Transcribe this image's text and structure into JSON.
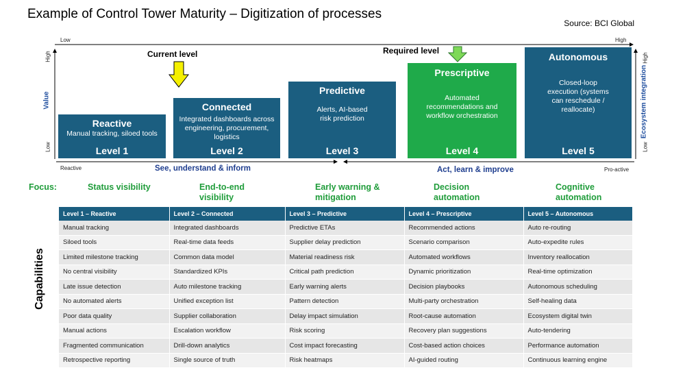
{
  "title": "Example of Control Tower Maturity – Digitization of processes",
  "source": "Source: BCI Global",
  "axes": {
    "top_low": "Low",
    "top_high": "High",
    "left_high": "High",
    "left_low": "Low",
    "left_label": "Value",
    "right_high": "High",
    "right_low": "Low",
    "right_label": "Ecosystem integration",
    "bottom_left": "Reactive",
    "bottom_right": "Pro-active"
  },
  "pointers": {
    "current": "Current level",
    "required": "Required level"
  },
  "levels": [
    {
      "name": "Reactive",
      "desc": "Manual tracking, siloed tools",
      "level": "Level 1",
      "color": "#1b5e80"
    },
    {
      "name": "Connected",
      "desc": "Integrated dashboards across engineering, procurement, logistics",
      "level": "Level 2",
      "color": "#1b5e80"
    },
    {
      "name": "Predictive",
      "desc": "Alerts, AI-based risk prediction",
      "level": "Level 3",
      "color": "#1b5e80"
    },
    {
      "name": "Prescriptive",
      "desc": "Automated recommendations and workflow orchestration",
      "level": "Level 4",
      "color": "#1faa4a"
    },
    {
      "name": "Autonomous",
      "desc": "Closed-loop execution (systems can reschedule / reallocate)",
      "level": "Level 5",
      "color": "#1b5e80"
    }
  ],
  "phases": {
    "left": "See, understand & inform",
    "right": "Act, learn & improve"
  },
  "focus": {
    "label": "Focus:",
    "items": [
      "Status visibility",
      "End-to-end visibility",
      "Early warning & mitigation",
      "Decision automation",
      "Cognitive automation"
    ]
  },
  "capabilities": {
    "label": "Capabilities",
    "headers": [
      "Level 1 – Reactive",
      "Level 2 – Connected",
      "Level 3 – Predictive",
      "Level 4 – Prescriptive",
      "Level 5 – Autonomous"
    ],
    "rows": [
      [
        "Manual tracking",
        "Integrated dashboards",
        "Predictive ETAs",
        "Recommended actions",
        "Auto re-routing"
      ],
      [
        "Siloed tools",
        "Real-time data feeds",
        "Supplier delay prediction",
        "Scenario comparison",
        "Auto-expedite rules"
      ],
      [
        "Limited milestone tracking",
        "Common data model",
        "Material readiness risk",
        "Automated workflows",
        "Inventory reallocation"
      ],
      [
        "No central visibility",
        "Standardized KPIs",
        "Critical path prediction",
        "Dynamic prioritization",
        "Real-time optimization"
      ],
      [
        "Late issue detection",
        "Auto milestone tracking",
        "Early warning alerts",
        "Decision playbooks",
        "Autonomous scheduling"
      ],
      [
        "No automated alerts",
        "Unified exception list",
        "Pattern detection",
        "Multi-party orchestration",
        "Self-healing data"
      ],
      [
        "Poor data quality",
        "Supplier collaboration",
        "Delay impact simulation",
        "Root-cause automation",
        "Ecosystem digital twin"
      ],
      [
        "Manual actions",
        "Escalation workflow",
        "Risk scoring",
        "Recovery plan suggestions",
        "Auto-tendering"
      ],
      [
        "Fragmented communication",
        "Drill-down analytics",
        "Cost impact forecasting",
        "Cost-based action choices",
        "Performance automation"
      ],
      [
        "Retrospective reporting",
        "Single source of truth",
        "Risk heatmaps",
        "AI-guided routing",
        "Continuous learning engine"
      ]
    ]
  }
}
